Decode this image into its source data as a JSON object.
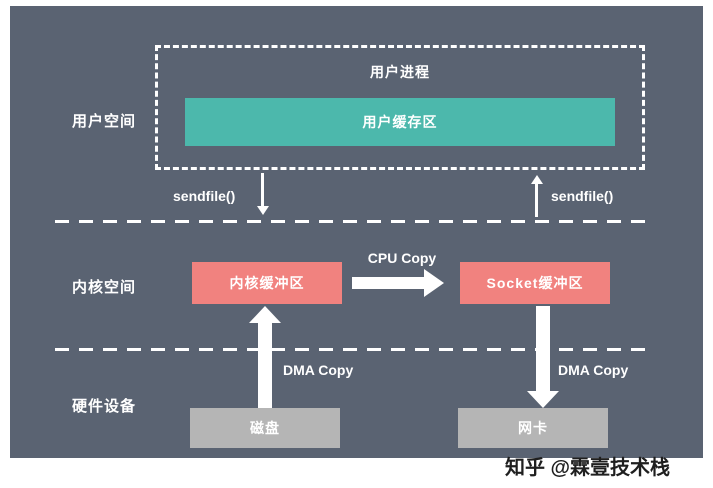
{
  "colors": {
    "page": "#ffffff",
    "background": "#5a6372",
    "teal": "#4cb8ac",
    "pink": "#f1827f",
    "gray": "#b5b5b5",
    "line": "#ffffff",
    "text": "#ffffff",
    "watermark_text": "#1f1f1f"
  },
  "sections": {
    "user_space": "用户空间",
    "kernel_space": "内核空间",
    "hardware": "硬件设备"
  },
  "nodes": {
    "user_process": "用户进程",
    "user_buffer": "用户缓存区",
    "kernel_buffer": "内核缓冲区",
    "socket_buffer": "Socket缓冲区",
    "disk": "磁盘",
    "nic": "网卡"
  },
  "edges": {
    "sendfile_in": "sendfile()",
    "sendfile_out": "sendfile()",
    "cpu_copy": "CPU Copy",
    "dma_copy_disk": "DMA Copy",
    "dma_copy_nic": "DMA Copy"
  },
  "watermark": "知乎 @霖壹技术栈"
}
